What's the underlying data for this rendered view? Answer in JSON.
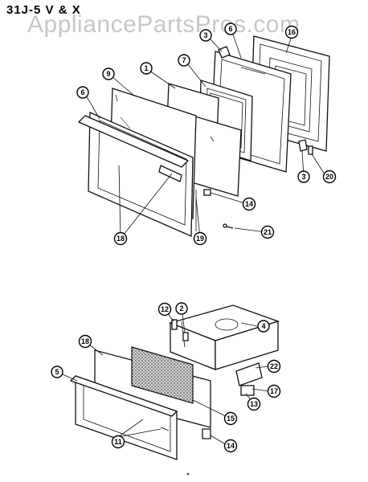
{
  "model_title": "31J-5  V & X",
  "watermark": "AppliancePartsPros.com",
  "top_assembly": {
    "callouts": [
      "3",
      "6",
      "16",
      "7",
      "1",
      "9",
      "6",
      "3",
      "20",
      "14",
      "18",
      "19",
      "21"
    ]
  },
  "bottom_assembly": {
    "callouts": [
      "12",
      "2",
      "4",
      "18",
      "22",
      "5",
      "17",
      "13",
      "15",
      "11",
      "14"
    ]
  }
}
